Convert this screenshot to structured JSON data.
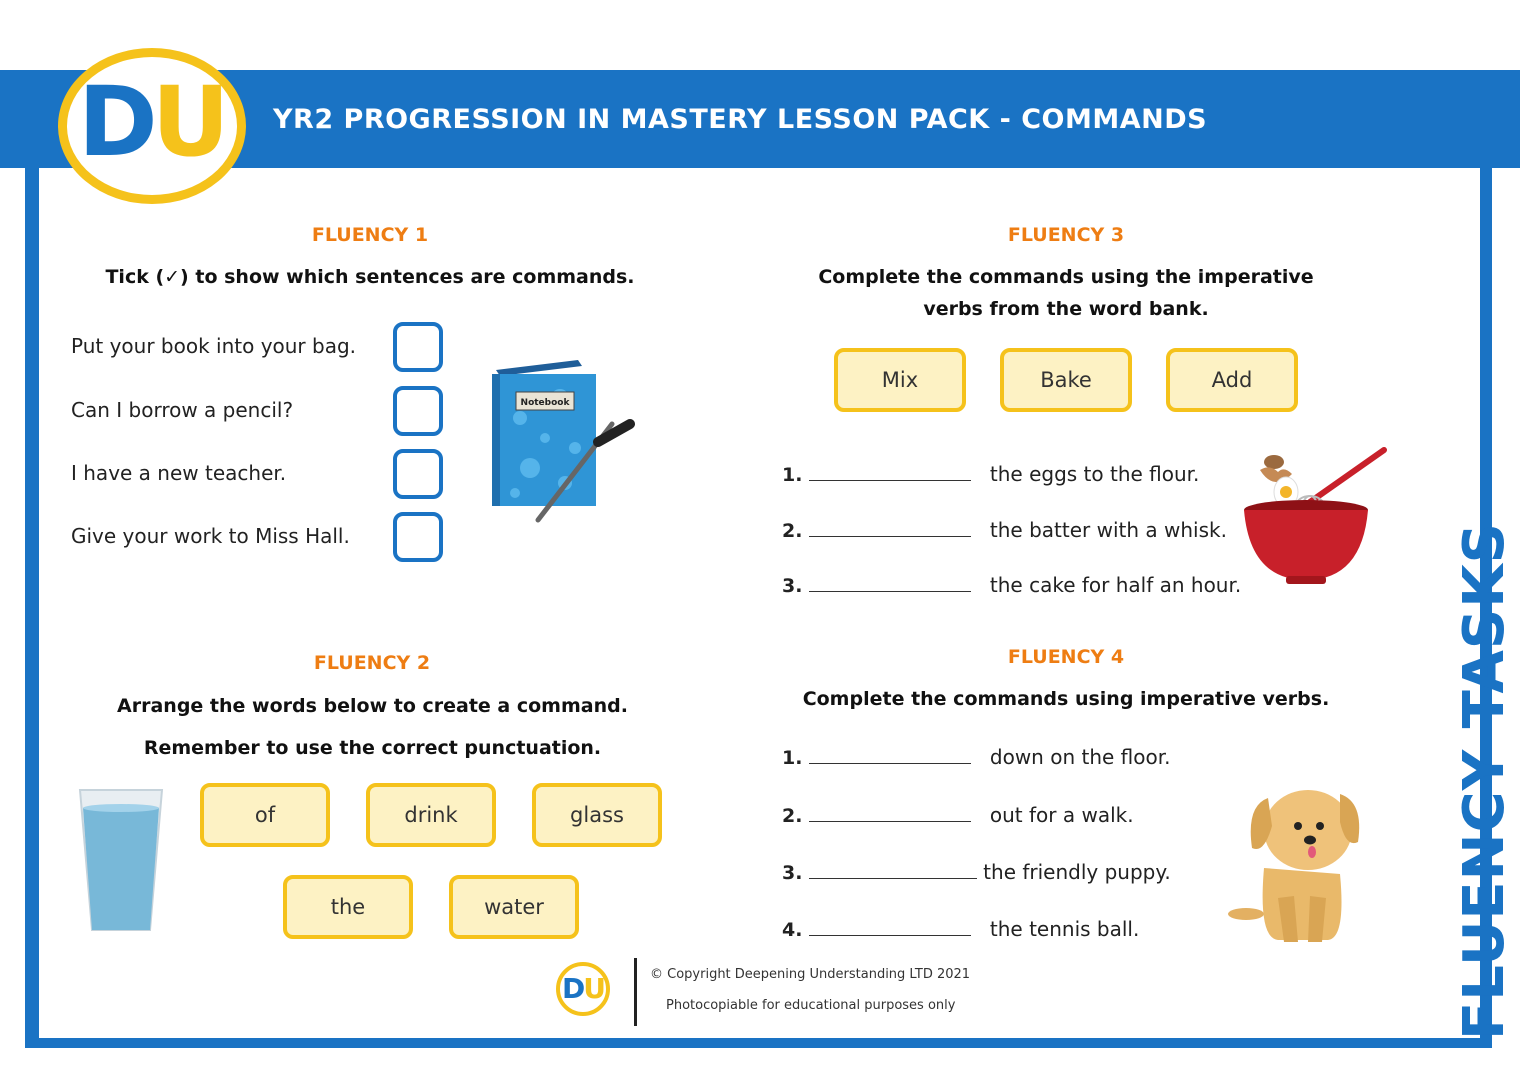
{
  "header": {
    "title": "YR2 PROGRESSION IN MASTERY LESSON PACK - COMMANDS",
    "logo_d": "D",
    "logo_u": "U"
  },
  "side_label": "FLUENCY TASKS",
  "fluency1": {
    "title": "FLUENCY 1",
    "instruction": "Tick (✓) to show which sentences are commands.",
    "sentences": [
      "Put your book into your bag.",
      "Can I borrow a pencil?",
      "I have a new teacher.",
      "Give your work to Miss Hall."
    ],
    "notebook_label": "Notebook"
  },
  "fluency2": {
    "title": "FLUENCY 2",
    "instruction_line1": "Arrange the words below to create a command.",
    "instruction_line2": "Remember to use the correct punctuation.",
    "words": [
      "of",
      "drink",
      "glass",
      "the",
      "water"
    ]
  },
  "fluency3": {
    "title": "FLUENCY 3",
    "instruction_line1": "Complete the commands using the imperative",
    "instruction_line2": "verbs from the word bank.",
    "word_bank": [
      "Mix",
      "Bake",
      "Add"
    ],
    "items": [
      {
        "num": "1.",
        "text": "the eggs to the flour."
      },
      {
        "num": "2.",
        "text": "the batter with a whisk."
      },
      {
        "num": "3.",
        "text": "the cake for half an hour."
      }
    ]
  },
  "fluency4": {
    "title": "FLUENCY 4",
    "instruction": "Complete the commands using imperative verbs.",
    "items": [
      {
        "num": "1.",
        "text": "down on the floor."
      },
      {
        "num": "2.",
        "text": "out for a walk."
      },
      {
        "num": "3.",
        "text": "the friendly puppy."
      },
      {
        "num": "4.",
        "text": "the tennis ball."
      }
    ]
  },
  "footer": {
    "copyright": "© Copyright Deepening Understanding LTD 2021",
    "note": "Photocopiable for educational purposes only"
  },
  "colors": {
    "brand_blue": "#1a73c4",
    "brand_yellow": "#f5c21b",
    "section_orange": "#ee7d13",
    "card_fill": "#fdf2c4"
  }
}
